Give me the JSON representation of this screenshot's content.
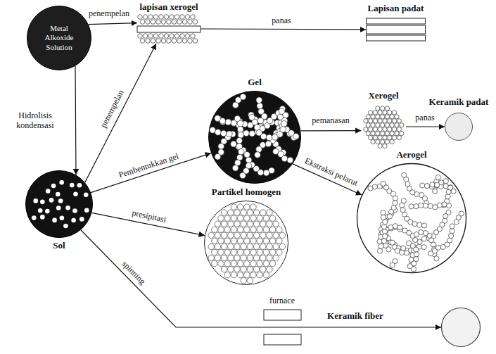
{
  "diagram": {
    "nodes": [
      {
        "text": [
          "Metal Alkoxide Solution"
        ]
      },
      {
        "text": [
          "lapisan xerogel"
        ]
      },
      {
        "text": [
          "Lapisan padat"
        ]
      },
      {
        "text": [
          "Gel"
        ]
      },
      {
        "text": [
          "Xerogel"
        ]
      },
      {
        "text": [
          "Keramik padat"
        ]
      },
      {
        "text": [
          "Sol"
        ]
      },
      {
        "text": [
          "Aerogel"
        ]
      },
      {
        "text": [
          "Partikel homogen"
        ]
      },
      {
        "text": [
          "Keramik fiber"
        ]
      }
    ],
    "edges": [
      {
        "from": 0,
        "to": 1,
        "arrow": "to",
        "label": "penempelan"
      },
      {
        "from": 0,
        "to": 6,
        "arrow": "to",
        "label": "Hidrolisis kondensasi"
      },
      {
        "from": 6,
        "to": 1,
        "arrow": "to",
        "label": "penempelan"
      },
      {
        "from": 6,
        "to": 3,
        "arrow": "to",
        "label": "Pembentukkan gel"
      },
      {
        "from": 6,
        "to": 8,
        "arrow": "to",
        "label": "presipitasi"
      },
      {
        "from": 6,
        "to": 9,
        "arrow": "to",
        "label": "spinning"
      },
      {
        "from": 1,
        "to": 2,
        "arrow": "to",
        "label": "panas"
      },
      {
        "from": 3,
        "to": 4,
        "arrow": "to",
        "label": "pemanasan"
      },
      {
        "from": 4,
        "to": 5,
        "arrow": "to",
        "label": "panas"
      },
      {
        "from": 3,
        "to": 7,
        "arrow": "to",
        "label": "Ekstraksi pelarut"
      }
    ],
    "labels": [
      "furnace"
    ]
  }
}
